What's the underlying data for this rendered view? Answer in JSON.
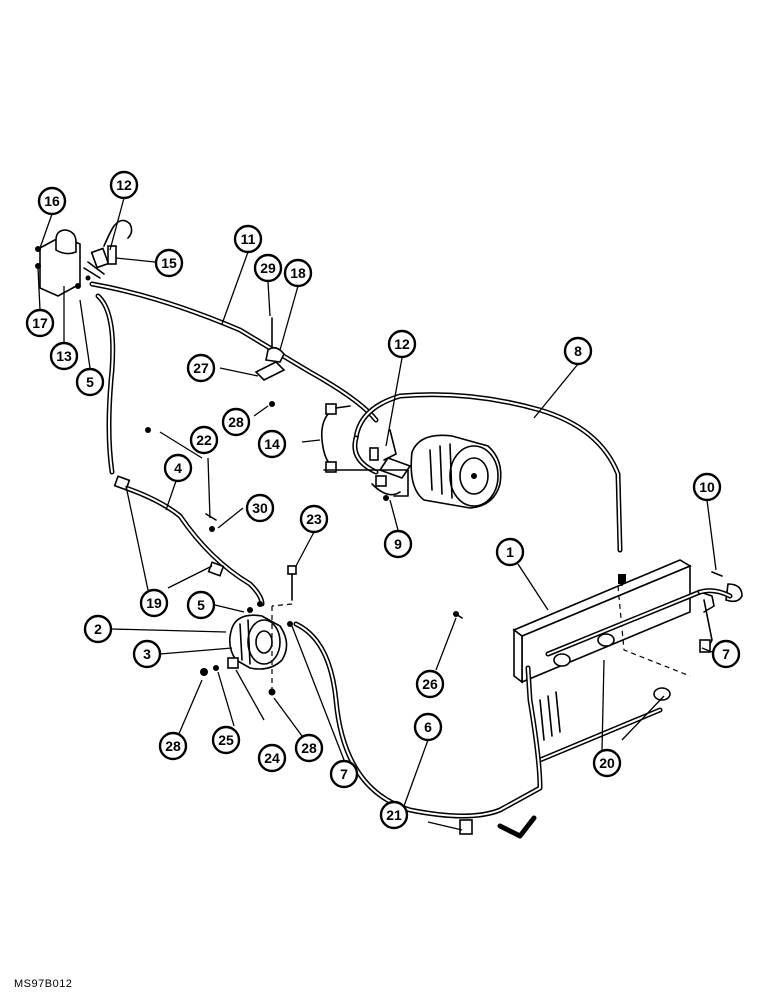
{
  "reference_code": "MS97B012",
  "callouts": [
    {
      "id": "c1",
      "label": "1"
    },
    {
      "id": "c2",
      "label": "2"
    },
    {
      "id": "c3",
      "label": "3"
    },
    {
      "id": "c4",
      "label": "4"
    },
    {
      "id": "c5a",
      "label": "5"
    },
    {
      "id": "c5b",
      "label": "5"
    },
    {
      "id": "c6",
      "label": "6"
    },
    {
      "id": "c7a",
      "label": "7"
    },
    {
      "id": "c7b",
      "label": "7"
    },
    {
      "id": "c8",
      "label": "8"
    },
    {
      "id": "c9",
      "label": "9"
    },
    {
      "id": "c10",
      "label": "10"
    },
    {
      "id": "c11",
      "label": "11"
    },
    {
      "id": "c12a",
      "label": "12"
    },
    {
      "id": "c12b",
      "label": "12"
    },
    {
      "id": "c13",
      "label": "13"
    },
    {
      "id": "c14",
      "label": "14"
    },
    {
      "id": "c15",
      "label": "15"
    },
    {
      "id": "c16",
      "label": "16"
    },
    {
      "id": "c17",
      "label": "17"
    },
    {
      "id": "c18",
      "label": "18"
    },
    {
      "id": "c19",
      "label": "19"
    },
    {
      "id": "c20",
      "label": "20"
    },
    {
      "id": "c21",
      "label": "21"
    },
    {
      "id": "c22",
      "label": "22"
    },
    {
      "id": "c23",
      "label": "23"
    },
    {
      "id": "c24",
      "label": "24"
    },
    {
      "id": "c25",
      "label": "25"
    },
    {
      "id": "c26",
      "label": "26"
    },
    {
      "id": "c27",
      "label": "27"
    },
    {
      "id": "c28a",
      "label": "28"
    },
    {
      "id": "c28b",
      "label": "28"
    },
    {
      "id": "c28c",
      "label": "28"
    },
    {
      "id": "c29",
      "label": "29"
    },
    {
      "id": "c30",
      "label": "30"
    }
  ]
}
